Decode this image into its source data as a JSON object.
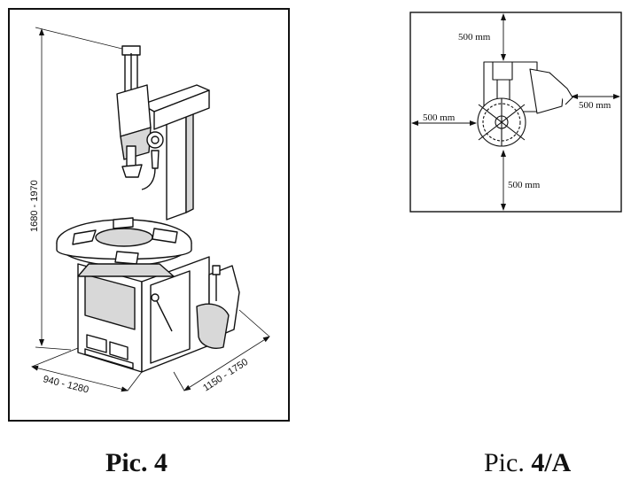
{
  "figure_left": {
    "caption": "Pic. 4",
    "dim_height": "1680 - 1970",
    "dim_width": "940 - 1280",
    "dim_depth": "1150 - 1750"
  },
  "figure_right": {
    "caption_prefix": "Pic. ",
    "caption_number": "4/A",
    "clearance_top": "500 mm",
    "clearance_left": "500 mm",
    "clearance_right": "500 mm",
    "clearance_bottom": "500 mm"
  },
  "colors": {
    "line": "#111111",
    "paper": "#ffffff",
    "shade": "#d8d8d8"
  }
}
